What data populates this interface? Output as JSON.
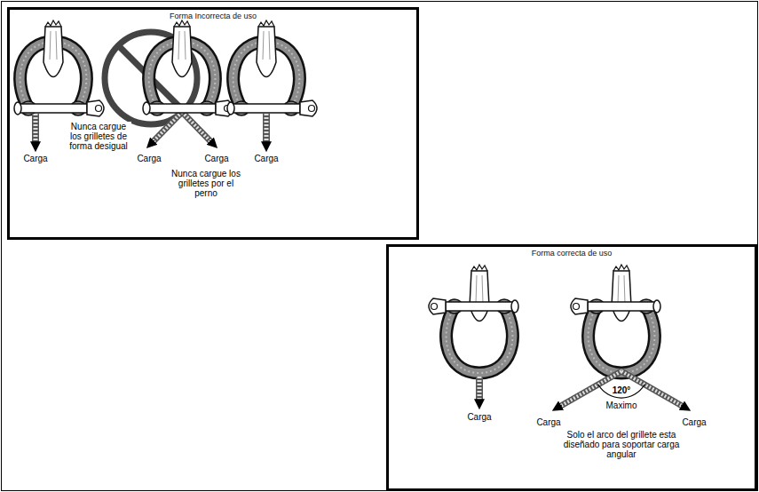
{
  "diagram": {
    "nodes": [
      {
        "text": [
          "Forma Incorrecta de uso"
        ]
      },
      {
        "text": [
          "Forma correcta de uso"
        ]
      }
    ],
    "labels": [
      "Nunca cargue los grilletes de forma desigual",
      "Carga",
      "Carga",
      "Nunca cargue los grilletes por el perno",
      "Carga",
      "Carga",
      "Carga",
      "120°",
      "Maximo",
      "Carga",
      "Carga",
      "Solo el arco del grillete esta diseñado para soportar carga angular"
    ]
  }
}
